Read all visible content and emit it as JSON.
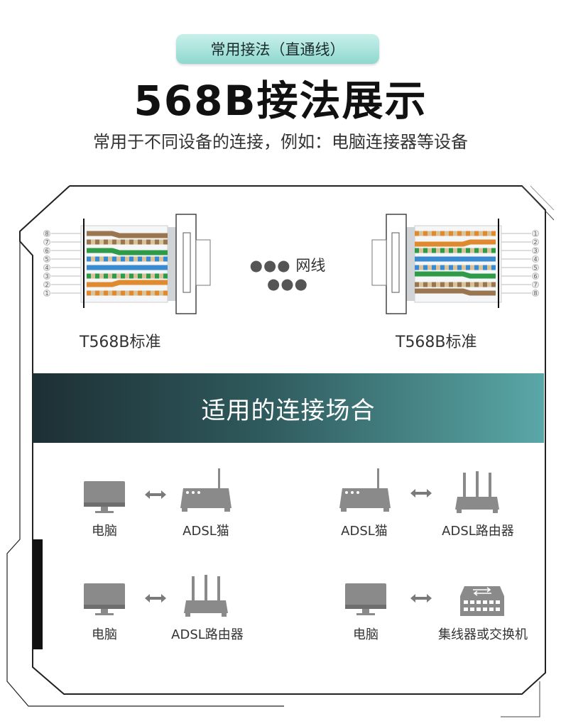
{
  "header": {
    "pill": "常用接法（直通线）",
    "title": "568B接法展示",
    "subtitle": "常用于不同设备的连接，例如：电脑连接器等设备"
  },
  "diagram": {
    "left_label": "T568B标准",
    "right_label": "T568B标准",
    "cable_label": "网线",
    "pin_numbers_left": [
      "8",
      "7",
      "6",
      "5",
      "4",
      "3",
      "2",
      "1"
    ],
    "pin_numbers_right": [
      "1",
      "2",
      "3",
      "4",
      "5",
      "6",
      "7",
      "8"
    ]
  },
  "band": {
    "title": "适用的连接场合"
  },
  "scenarios": [
    {
      "left_label": "电脑",
      "right_label": "ADSL猫",
      "left_icon": "monitor-icon",
      "right_icon": "modem-icon"
    },
    {
      "left_label": "ADSL猫",
      "right_label": "ADSL路由器",
      "left_icon": "modem-icon",
      "right_icon": "router-icon"
    },
    {
      "left_label": "电脑",
      "right_label": "ADSL路由器",
      "left_icon": "monitor-icon",
      "right_icon": "router-icon"
    },
    {
      "left_label": "电脑",
      "right_label": "集线器或交换机",
      "left_icon": "monitor-icon",
      "right_icon": "switch-icon"
    }
  ],
  "colors": {
    "accent": "#5aa7a7",
    "band_dark": "#1d2f34",
    "icon_gray": "#8a8a8a"
  }
}
